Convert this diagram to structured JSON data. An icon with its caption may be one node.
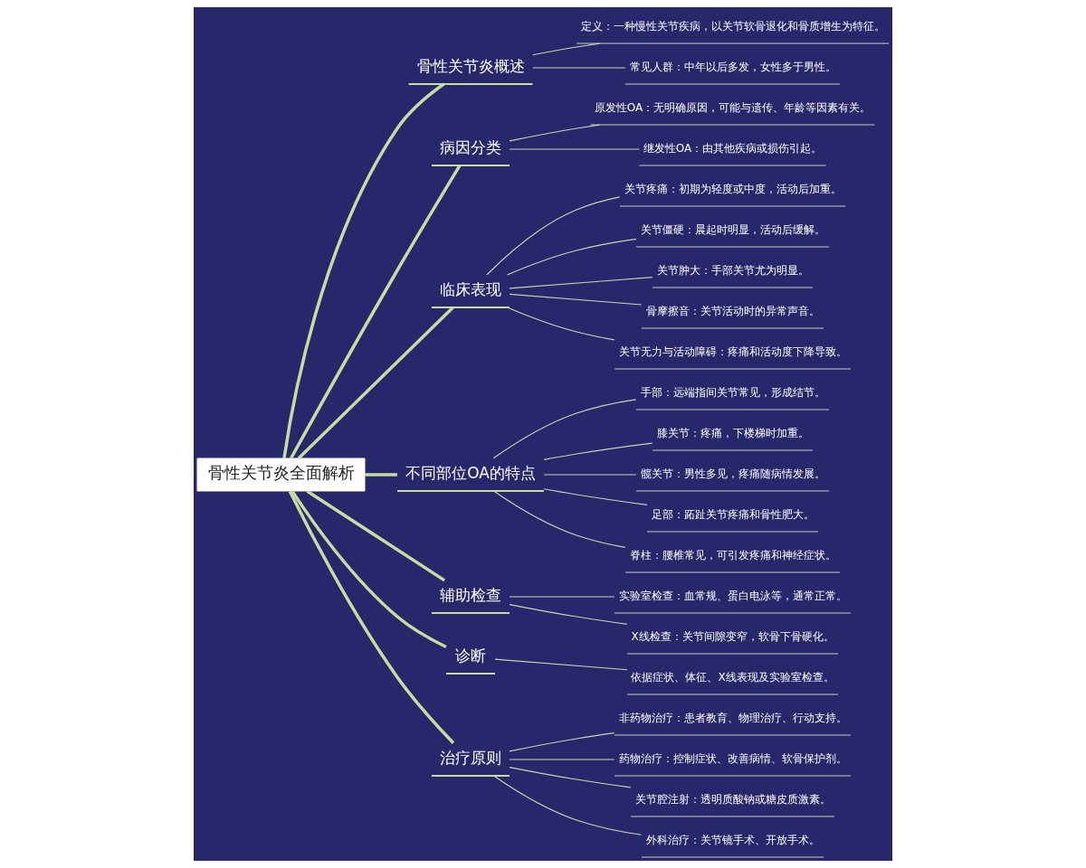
{
  "diagram": {
    "nodes": [
      {
        "text": [
          "骨性关节炎全面解析"
        ]
      },
      {
        "text": [
          "骨性关节炎概述"
        ]
      },
      {
        "text": [
          "定义：一种慢性关节疾病，以关节软骨退化和骨质增生为特征。"
        ]
      },
      {
        "text": [
          "常见人群：中年以后多发，女性多于男性。"
        ]
      },
      {
        "text": [
          "病因分类"
        ]
      },
      {
        "text": [
          "原发性OA：无明确原因，可能与遗传、年龄等因素有关。"
        ]
      },
      {
        "text": [
          "继发性OA：由其他疾病或损伤引起。"
        ]
      },
      {
        "text": [
          "临床表现"
        ]
      },
      {
        "text": [
          "关节疼痛：初期为轻度或中度，活动后加重。"
        ]
      },
      {
        "text": [
          "关节僵硬：晨起时明显，活动后缓解。"
        ]
      },
      {
        "text": [
          "关节肿大：手部关节尤为明显。"
        ]
      },
      {
        "text": [
          "骨摩擦音：关节活动时的异常声音。"
        ]
      },
      {
        "text": [
          "关节无力与活动障碍：疼痛和活动度下降导致。"
        ]
      },
      {
        "text": [
          "不同部位OA的特点"
        ]
      },
      {
        "text": [
          "手部：远端指间关节常见，形成结节。"
        ]
      },
      {
        "text": [
          "膝关节：疼痛，下楼梯时加重。"
        ]
      },
      {
        "text": [
          "髋关节：男性多见，疼痛随病情发展。"
        ]
      },
      {
        "text": [
          "足部：跖趾关节疼痛和骨性肥大。"
        ]
      },
      {
        "text": [
          "脊柱：腰椎常见，可引发疼痛和神经症状。"
        ]
      },
      {
        "text": [
          "辅助检查"
        ]
      },
      {
        "text": [
          "实验室检查：血常规、蛋白电泳等，通常正常。"
        ]
      },
      {
        "text": [
          "X线检查：关节间隙变窄，软骨下骨硬化。"
        ]
      },
      {
        "text": [
          "诊断"
        ]
      },
      {
        "text": [
          "依据症状、体征、X线表现及实验室检查。"
        ]
      },
      {
        "text": [
          "治疗原则"
        ]
      },
      {
        "text": [
          "非药物治疗：患者教育、物理治疗、行动支持。"
        ]
      },
      {
        "text": [
          "药物治疗：控制症状、改善病情、软骨保护剂。"
        ]
      },
      {
        "text": [
          "关节腔注射：透明质酸钠或糖皮质激素。"
        ]
      },
      {
        "text": [
          "外科治疗：关节镜手术、开放手术。"
        ]
      }
    ],
    "edges": [
      {
        "from": 0,
        "to": 1,
        "arrow": "none",
        "style": "thick"
      },
      {
        "from": 1,
        "to": 2,
        "arrow": "none"
      },
      {
        "from": 1,
        "to": 3,
        "arrow": "none"
      },
      {
        "from": 0,
        "to": 4,
        "arrow": "none",
        "style": "thick"
      },
      {
        "from": 4,
        "to": 5,
        "arrow": "none"
      },
      {
        "from": 4,
        "to": 6,
        "arrow": "none"
      },
      {
        "from": 0,
        "to": 7,
        "arrow": "none",
        "style": "thick"
      },
      {
        "from": 7,
        "to": 8,
        "arrow": "none"
      },
      {
        "from": 7,
        "to": 9,
        "arrow": "none"
      },
      {
        "from": 7,
        "to": 10,
        "arrow": "none"
      },
      {
        "from": 7,
        "to": 11,
        "arrow": "none"
      },
      {
        "from": 7,
        "to": 12,
        "arrow": "none"
      },
      {
        "from": 0,
        "to": 13,
        "arrow": "none",
        "style": "thick"
      },
      {
        "from": 13,
        "to": 14,
        "arrow": "none"
      },
      {
        "from": 13,
        "to": 15,
        "arrow": "none"
      },
      {
        "from": 13,
        "to": 16,
        "arrow": "none"
      },
      {
        "from": 13,
        "to": 17,
        "arrow": "none"
      },
      {
        "from": 13,
        "to": 18,
        "arrow": "none"
      },
      {
        "from": 0,
        "to": 19,
        "arrow": "none",
        "style": "thick"
      },
      {
        "from": 19,
        "to": 20,
        "arrow": "none"
      },
      {
        "from": 19,
        "to": 21,
        "arrow": "none"
      },
      {
        "from": 0,
        "to": 22,
        "arrow": "none",
        "style": "thick"
      },
      {
        "from": 22,
        "to": 23,
        "arrow": "none"
      },
      {
        "from": 0,
        "to": 24,
        "arrow": "none",
        "style": "thick"
      },
      {
        "from": 24,
        "to": 25,
        "arrow": "none"
      },
      {
        "from": 24,
        "to": 26,
        "arrow": "none"
      },
      {
        "from": 24,
        "to": 27,
        "arrow": "none"
      },
      {
        "from": 24,
        "to": 28,
        "arrow": "none"
      }
    ]
  }
}
